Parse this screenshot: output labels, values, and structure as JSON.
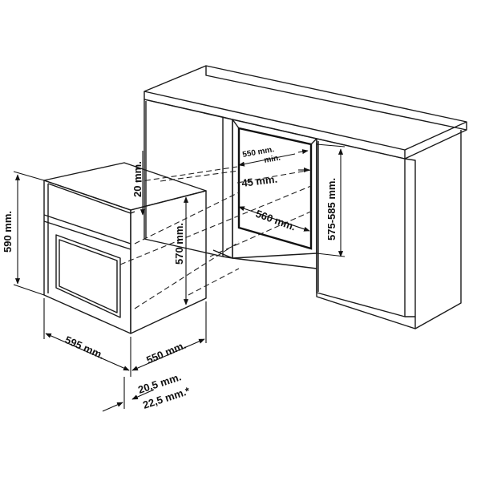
{
  "dimensions": {
    "oven_height": "590 mm.",
    "oven_width": "595 mm.",
    "oven_depth": "550 mm.",
    "front_height": "570 mm.",
    "top_gap": "20 mm.",
    "panel_thickness_a": "20,5 mm.",
    "panel_thickness_b": "22,5 mm.*",
    "cavity_min_depth_line1": "550 mm.",
    "cavity_min_depth_line2": "min.",
    "side_gap": "45 mm.",
    "cavity_width": "560 mm.",
    "cavity_height": "575-585 mm."
  }
}
